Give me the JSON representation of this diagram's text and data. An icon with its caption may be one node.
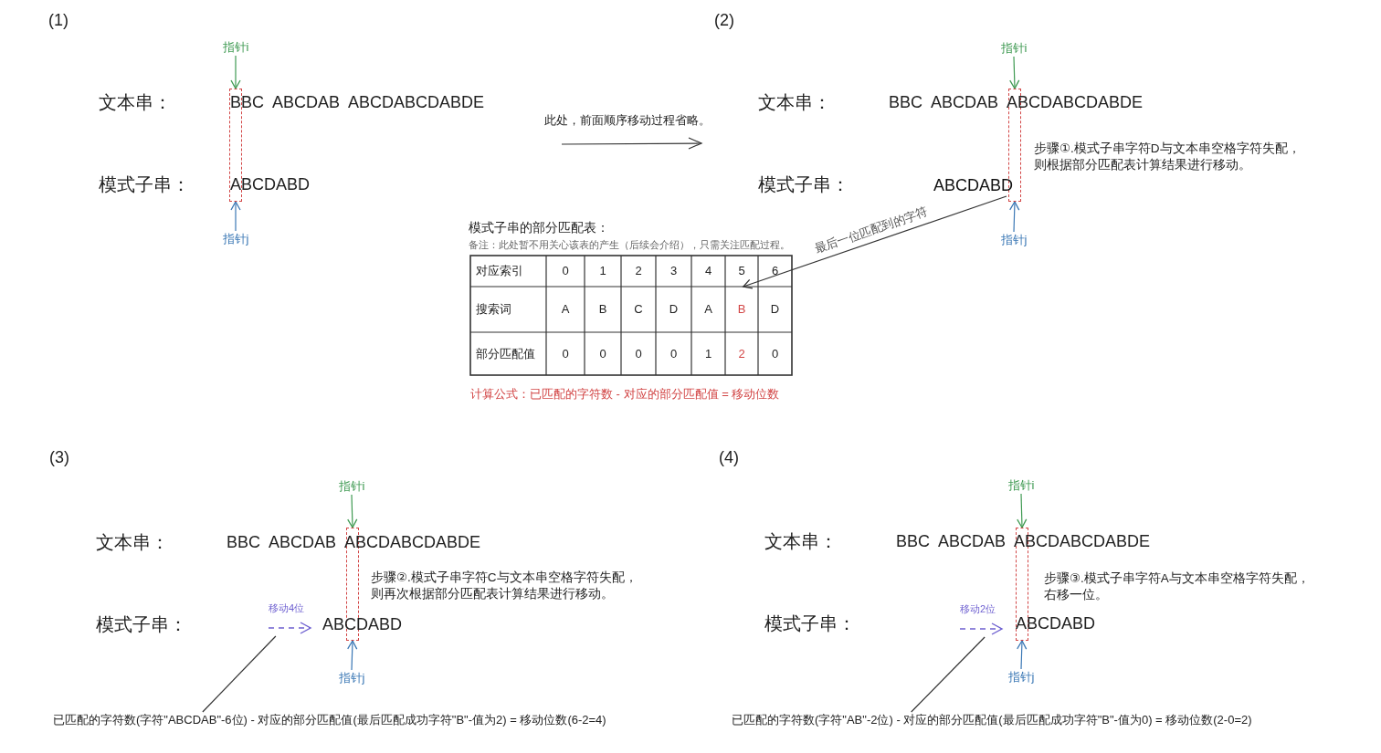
{
  "diagram": {
    "nodes": [
      {
        "text": [
          "指针i"
        ]
      },
      {
        "text": [],
        "shape": "box"
      },
      {
        "text": [
          "指针j"
        ]
      },
      {
        "text": [
          "指针i"
        ]
      },
      {
        "text": [],
        "shape": "box"
      },
      {
        "text": [
          "ABCDABD"
        ]
      },
      {
        "text": [
          "指针j"
        ]
      },
      {
        "text": [
          "指针i"
        ]
      },
      {
        "text": [],
        "shape": "box"
      },
      {
        "text": [
          "移动4位"
        ]
      },
      {
        "text": [
          "指针j"
        ]
      },
      {
        "text": [
          "已匹配的字符数(字符\"ABCDAB\"-6位) - 对应的部分匹配值(最后匹配成功字符\"B\"-值为2) = 移动位数(6-2=4)"
        ]
      },
      {
        "text": [
          "指针i"
        ]
      },
      {
        "text": [],
        "shape": "box"
      },
      {
        "text": [
          "移动2位"
        ]
      },
      {
        "text": [
          "指针j"
        ]
      },
      {
        "text": [
          "已匹配的字符数(字符\"AB\"-2位) - 对应的部分匹配值(最后匹配成功字符\"B\"-值为0) = 移动位数(2-0=2)"
        ]
      },
      {
        "text": [
          "B"
        ]
      }
    ],
    "edges": [
      {
        "from": 0,
        "to": 1,
        "arrow": "to",
        "color": "#3f9a52"
      },
      {
        "from": 2,
        "to": 1,
        "arrow": "to",
        "color": "#3b78b5"
      },
      {
        "from": 3,
        "to": 4,
        "arrow": "to",
        "color": "#3f9a52"
      },
      {
        "from": 6,
        "to": 4,
        "arrow": "to",
        "color": "#3b78b5"
      },
      {
        "from": 5,
        "to": 17,
        "arrow": "to",
        "label": "最后一位匹配到的字符",
        "color": "#333333"
      },
      {
        "from": 7,
        "to": 8,
        "arrow": "to",
        "color": "#3f9a52"
      },
      {
        "from": 10,
        "to": 8,
        "arrow": "to",
        "color": "#3b78b5"
      },
      {
        "from": 11,
        "to": 9,
        "arrow": "none",
        "color": "#333333"
      },
      {
        "from": 12,
        "to": 13,
        "arrow": "to",
        "color": "#3f9a52"
      },
      {
        "from": 15,
        "to": 13,
        "arrow": "to",
        "color": "#3b78b5"
      },
      {
        "from": 16,
        "to": 14,
        "arrow": "none",
        "color": "#333333"
      }
    ],
    "labels": [
      "(1)",
      "文本串：",
      "BBC  ABCDAB  ABCDABCDABDE",
      "模式子串：",
      "ABCDABD",
      "(2)",
      "此处，前面顺序移动过程省略。",
      "文本串：",
      "BBC  ABCDAB  ABCDABCDABDE",
      "步骤①.模式子串字符D与文本串空格字符失配，则根据部分匹配表计算结果进行移动。",
      "模式子串：",
      "模式子串的部分匹配表：",
      "备注：此处暂不用关心该表的产生（后续会介绍），只需关注匹配过程。",
      "对应索引",
      "0",
      "1",
      "2",
      "3",
      "4",
      "5",
      "6",
      "搜索词",
      "A",
      "B",
      "C",
      "D",
      "A",
      "D",
      "部分匹配值",
      "0",
      "0",
      "0",
      "0",
      "1",
      "2",
      "0",
      "计算公式：已匹配的字符数 - 对应的部分匹配值 = 移动位数",
      "(3)",
      "文本串：",
      "BBC  ABCDAB  ABCDABCDABDE",
      "步骤②.模式子串字符C与文本串空格字符失配，则再次根据部分匹配表计算结果进行移动。",
      "模式子串：",
      "ABCDABD",
      "(4)",
      "文本串：",
      "BBC  ABCDAB  ABCDABCDABDE",
      "步骤③.模式子串字符A与文本串空格字符失配，右移一位。",
      "模式子串：",
      "ABCDABD"
    ]
  }
}
